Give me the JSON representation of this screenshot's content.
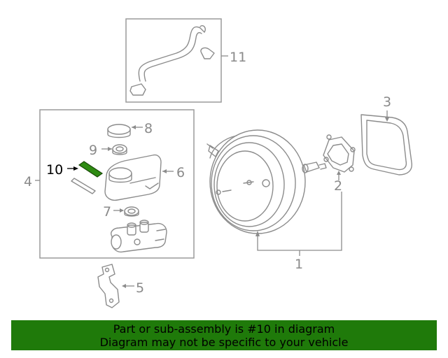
{
  "callouts": {
    "c1": "1",
    "c2": "2",
    "c3": "3",
    "c4": "4",
    "c5": "5",
    "c6": "6",
    "c7": "7",
    "c8": "8",
    "c9": "9",
    "c10": "10",
    "c11": "11"
  },
  "highlight": {
    "part_number": "10",
    "color": "#2e8b12"
  },
  "banner": {
    "line1": "Part or sub-assembly is #10 in diagram",
    "line2": "Diagram may not be specific to your vehicle",
    "color": "#1f7a0a"
  }
}
